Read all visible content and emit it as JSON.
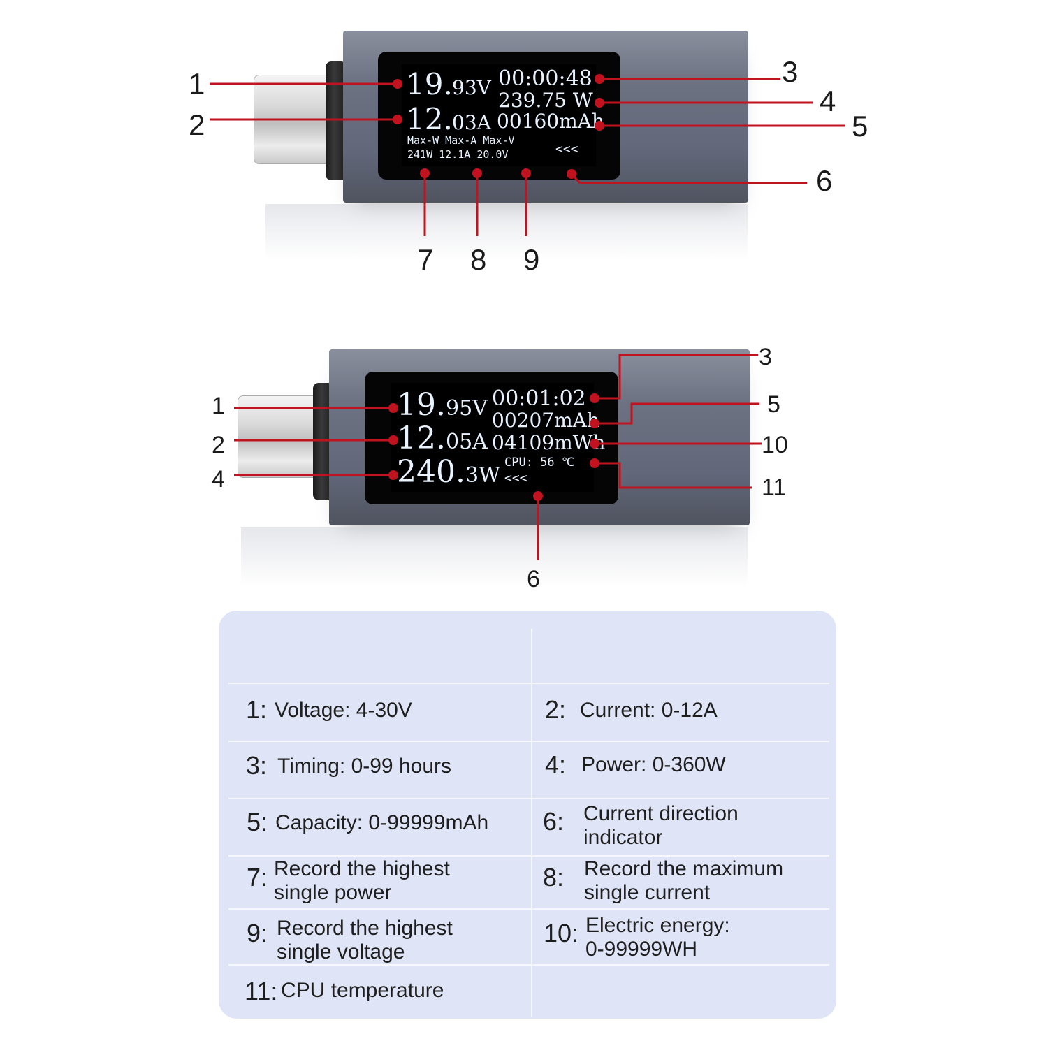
{
  "device_top": {
    "voltage_int": "19.",
    "voltage_dec": "93V",
    "current_int": "12.",
    "current_dec": "03A",
    "timer": "00:00:48",
    "power": "239.75 W",
    "capacity": "00160mAh",
    "max_labels": "Max-W Max-A Max-V",
    "max_values": "241W  12.1A 20.0V",
    "direction": "<<<"
  },
  "device_bottom": {
    "voltage_int": "19.",
    "voltage_dec": "95V",
    "current_int": "12.",
    "current_dec": "05A",
    "power_int": "240.",
    "power_dec": "3W",
    "timer": "00:01:02",
    "capacity": "00207mAh",
    "energy": "04109mWh",
    "cpu": "CPU: 56 ℃",
    "direction": "<<<"
  },
  "callouts_top": [
    "1",
    "2",
    "3",
    "4",
    "5",
    "6",
    "7",
    "8",
    "9"
  ],
  "callouts_bottom": [
    "1",
    "2",
    "4",
    "3",
    "5",
    "10",
    "11",
    "6"
  ],
  "colors": {
    "callout": "#c1121f",
    "panel": "#dfe5f7",
    "lcd_text": "#e8f3ff"
  },
  "specs": [
    {
      "idx": "1:",
      "text": "Voltage: 4-30V"
    },
    {
      "idx": "2:",
      "text": "Current: 0-12A"
    },
    {
      "idx": "3:",
      "text": "Timing: 0-99 hours"
    },
    {
      "idx": "4:",
      "text": "Power: 0-360W"
    },
    {
      "idx": "5:",
      "text": "Capacity: 0-99999mAh"
    },
    {
      "idx": "6:",
      "line1": "Current direction",
      "line2": "indicator"
    },
    {
      "idx": "7:",
      "line1": "Record the highest",
      "line2": "single power"
    },
    {
      "idx": "8:",
      "line1": "Record the maximum",
      "line2": "single current"
    },
    {
      "idx": "9:",
      "line1": "Record the highest",
      "line2": "single voltage"
    },
    {
      "idx": "10:",
      "line1": "Electric energy:",
      "line2": "0-99999WH"
    },
    {
      "idx": "11:",
      "text": "CPU temperature"
    }
  ]
}
